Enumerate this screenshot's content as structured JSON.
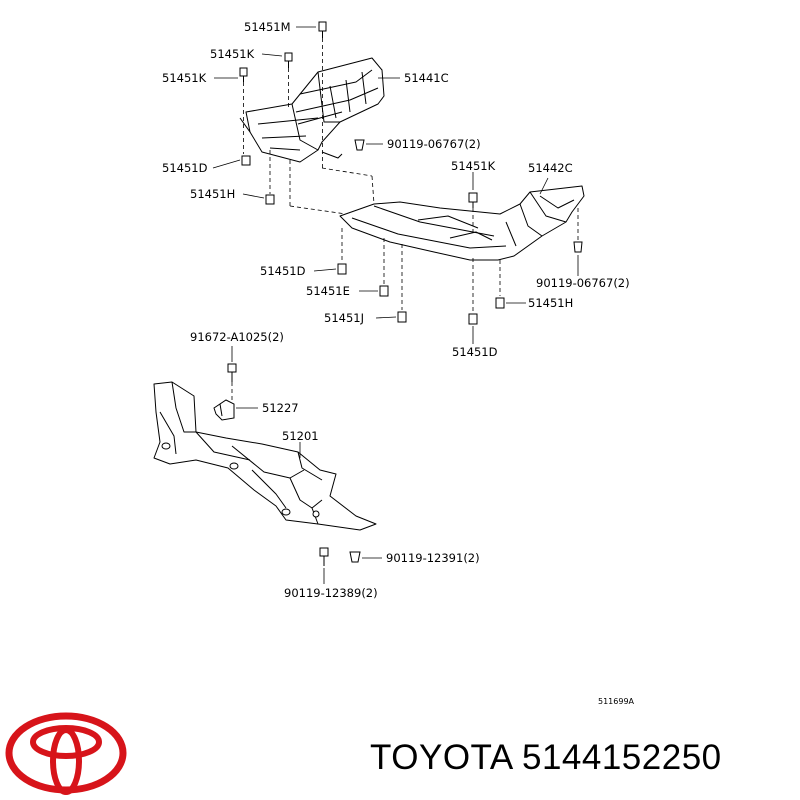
{
  "labels": {
    "l_51451M": "51451M",
    "l_51451K_a": "51451K",
    "l_51451K_b": "51451K",
    "l_51441C": "51441C",
    "l_90119_06767_a": "90119-06767(2)",
    "l_51451D_a": "51451D",
    "l_51451H_a": "51451H",
    "l_51451K_c": "51451K",
    "l_51442C": "51442C",
    "l_51451D_b": "51451D",
    "l_90119_06767_b": "90119-06767(2)",
    "l_51451E": "51451E",
    "l_51451H_b": "51451H",
    "l_51451J": "51451J",
    "l_51451D_c": "51451D",
    "l_91672": "91672-A1025(2)",
    "l_51227": "51227",
    "l_51201": "51201",
    "l_90119_12391": "90119-12391(2)",
    "l_90119_12389": "90119-12389(2)"
  },
  "diagram_code": "511699A",
  "footer": {
    "brand": "TOYOTA",
    "part_number": "5144152250"
  },
  "colors": {
    "logo_red": "#d7141a",
    "ink": "#000000"
  }
}
